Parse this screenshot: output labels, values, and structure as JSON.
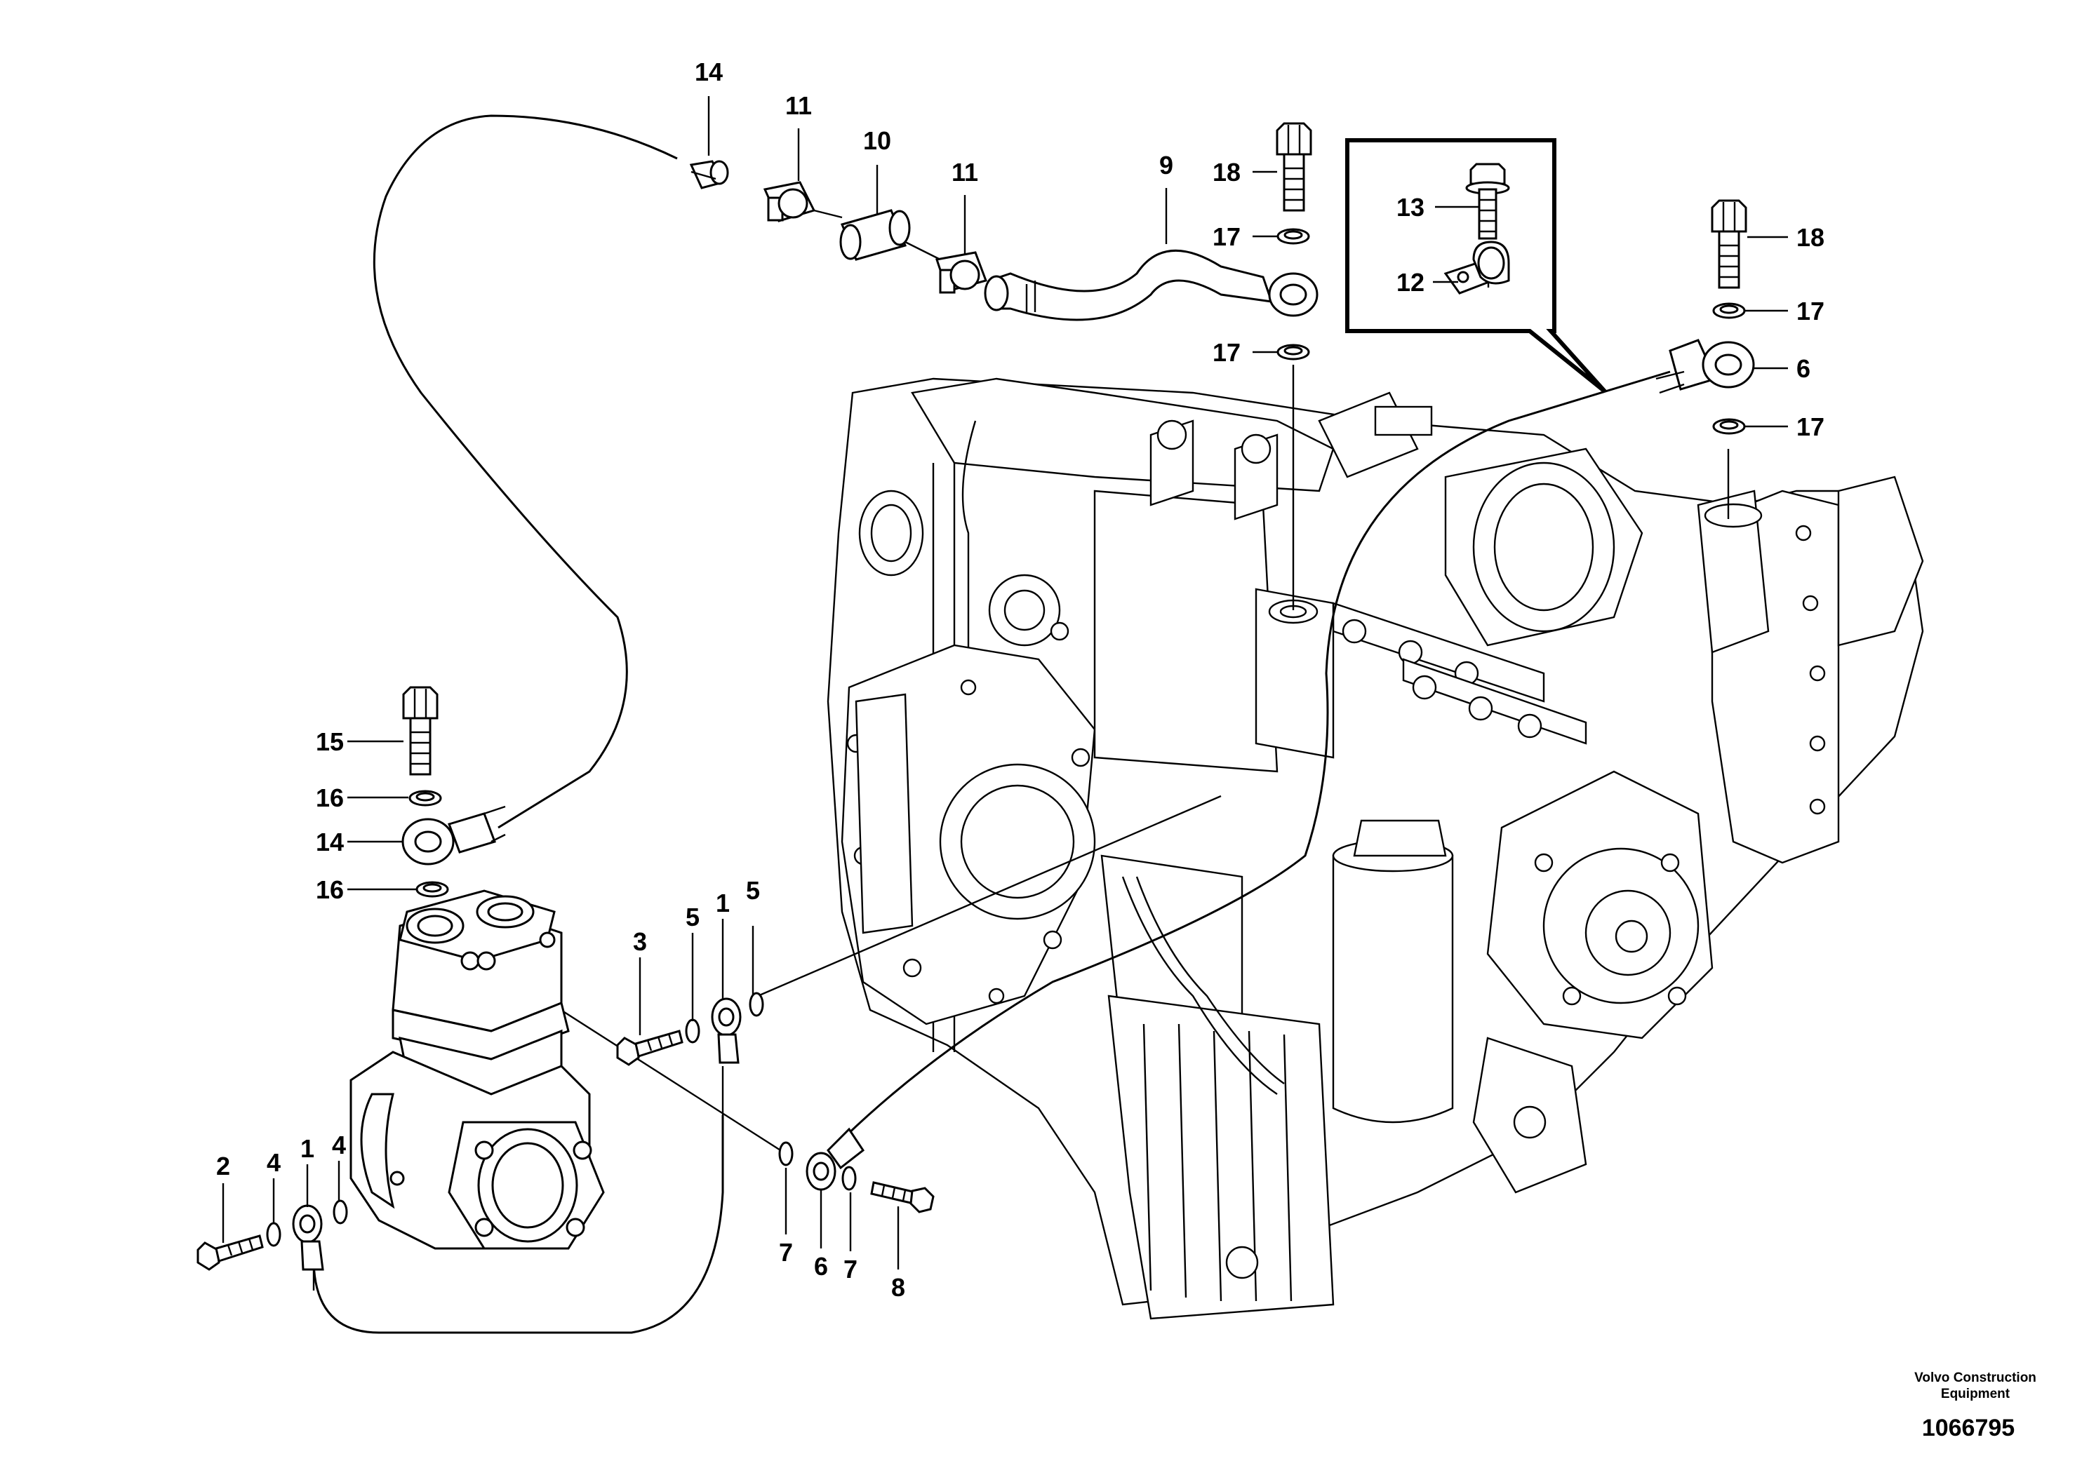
{
  "diagram": {
    "callouts": [
      {
        "label": "14"
      },
      {
        "label": "11"
      },
      {
        "label": "10"
      },
      {
        "label": "11"
      },
      {
        "label": "9"
      },
      {
        "label": "18"
      },
      {
        "label": "17"
      },
      {
        "label": "17"
      },
      {
        "label": "13"
      },
      {
        "label": "12"
      },
      {
        "label": "18"
      },
      {
        "label": "17"
      },
      {
        "label": "6"
      },
      {
        "label": "17"
      },
      {
        "label": "15"
      },
      {
        "label": "16"
      },
      {
        "label": "14"
      },
      {
        "label": "16"
      },
      {
        "label": "3"
      },
      {
        "label": "5"
      },
      {
        "label": "1"
      },
      {
        "label": "5"
      },
      {
        "label": "2"
      },
      {
        "label": "4"
      },
      {
        "label": "1"
      },
      {
        "label": "4"
      },
      {
        "label": "7"
      },
      {
        "label": "6"
      },
      {
        "label": "7"
      },
      {
        "label": "8"
      }
    ],
    "brand": {
      "line1": "Volvo Construction",
      "line2": "Equipment"
    },
    "doc_number": "1066795"
  }
}
